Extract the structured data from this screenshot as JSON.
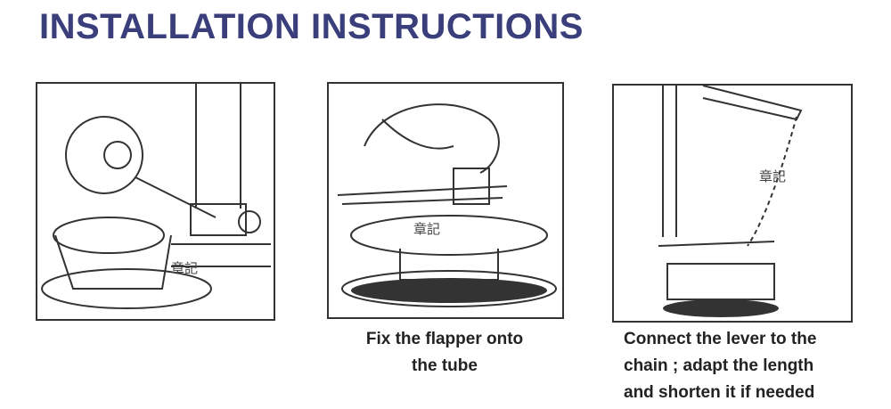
{
  "title": "INSTALLATION INSTRUCTIONS",
  "captions": {
    "step2_line1": "Fix the flapper onto",
    "step2_line2": "the  tube",
    "step3_line1": "Connect the lever to the",
    "step3_line2": "chain ; adapt the length",
    "step3_line3": "and shorten it if needed"
  },
  "watermark": "章記",
  "colors": {
    "title": "#3a3f7c",
    "line": "#333333"
  }
}
